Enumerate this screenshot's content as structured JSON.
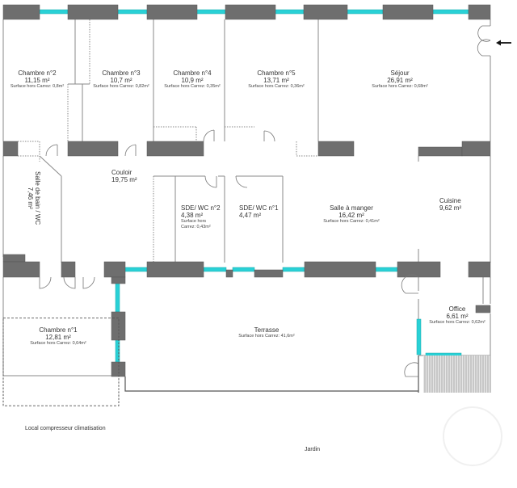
{
  "plan": {
    "colors": {
      "wall": "#6e6e6e",
      "wall_border": "#555555",
      "line": "#8a8a8a",
      "window": "#29d1d6",
      "hatch": "#bdbdbd",
      "text": "#333333"
    },
    "rooms": [
      {
        "id": "chambre2",
        "name": "Chambre n°2",
        "area": "11,15  m²",
        "carrez": "Surface hors Carrez: 0,8m²"
      },
      {
        "id": "chambre3",
        "name": "Chambre n°3",
        "area": "10,7  m²",
        "carrez": "Surface hors Carrez: 0,82m²"
      },
      {
        "id": "chambre4",
        "name": "Chambre n°4",
        "area": "10,9  m²",
        "carrez": "Surface hors Carrez: 0,35m²"
      },
      {
        "id": "chambre5",
        "name": "Chambre n°5",
        "area": "13,71  m²",
        "carrez": "Surface hors Carrez: 0,36m²"
      },
      {
        "id": "sejour",
        "name": "Séjour",
        "area": "26,91  m²",
        "carrez": "Surface hors Carrez: 0,68m²"
      },
      {
        "id": "couloir",
        "name": "Couloir",
        "area": "19,75  m²",
        "carrez": ""
      },
      {
        "id": "salle_de_bain",
        "name": "Salle de bain / WC",
        "area": "7,46  m²",
        "carrez": ""
      },
      {
        "id": "sde_wc2",
        "name": "SDE/ WC n°2",
        "area": "4,38  m²",
        "carrez": "Surface hors Carrez: 0,43m²",
        "carrez_line1": "Surface hors",
        "carrez_line2": "Carrez: 0,43m²"
      },
      {
        "id": "sde_wc1",
        "name": "SDE/ WC n°1",
        "area": "4,47  m²",
        "carrez": ""
      },
      {
        "id": "salle_a_manger",
        "name": "Salle à manger",
        "area": "16,42  m²",
        "carrez": "Surface hors Carrez: 0,41m²"
      },
      {
        "id": "cuisine",
        "name": "Cuisine",
        "area": "9,62  m²",
        "carrez": ""
      },
      {
        "id": "chambre1",
        "name": "Chambre n°1",
        "area": "12,81  m²",
        "carrez": "Surface hors Carrez: 0,64m²"
      },
      {
        "id": "terrasse",
        "name": "Terrasse",
        "area": "",
        "carrez": "Surface hors Carrez: 41,6m²"
      },
      {
        "id": "office",
        "name": "Office",
        "area": "6,61  m²",
        "carrez": "Surface hors Carrez: 0,62m²"
      }
    ],
    "exterior": {
      "local_compresseur": "Local compresseur climatisation",
      "jardin": "Jardin"
    },
    "entrance_arrow": "entrance-arrow"
  }
}
